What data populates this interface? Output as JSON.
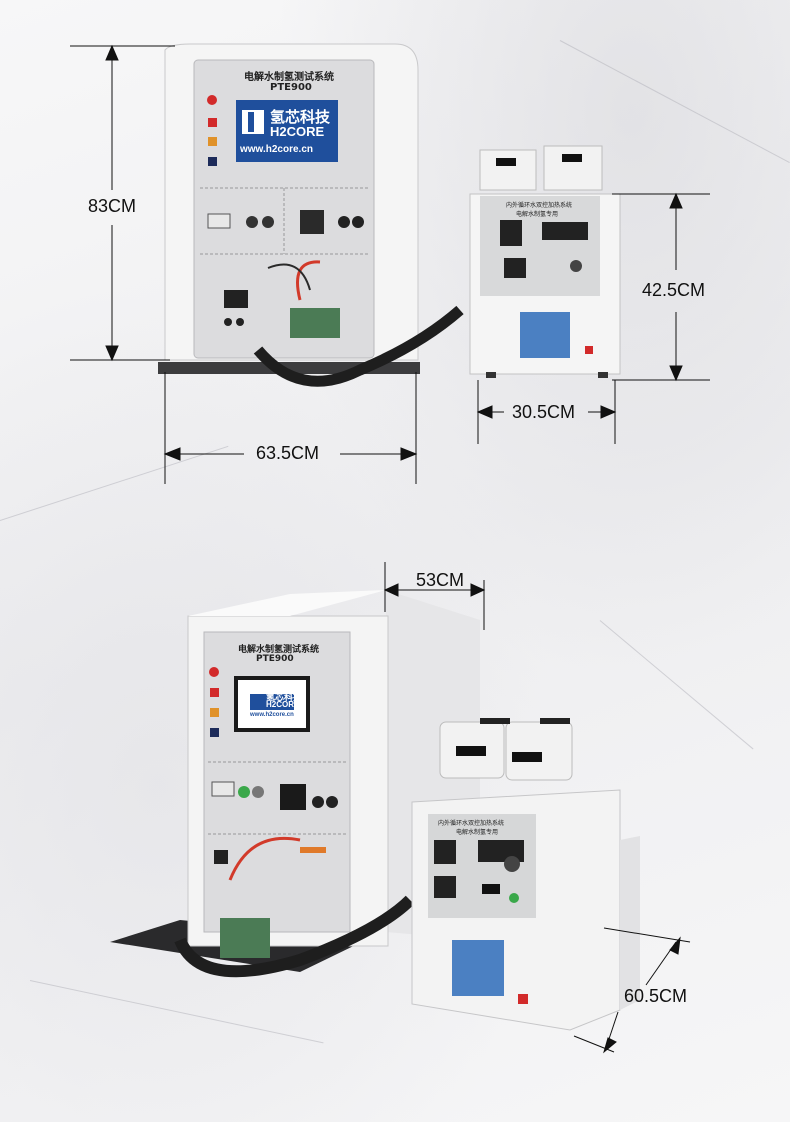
{
  "dimensions": {
    "top_height": "83CM",
    "top_width": "63.5CM",
    "heater_height": "42.5CM",
    "heater_width": "30.5CM",
    "bottom_depth": "53CM",
    "bottom_heater_depth": "60.5CM"
  },
  "main_unit": {
    "title": "电解水制氢测试系统",
    "model": "PTE900",
    "brand_cn": "氢芯科技",
    "brand_en": "H2CORE",
    "website": "www.h2core.cn"
  },
  "heater_unit": {
    "title": "内外循环水双控加热系统",
    "subtitle": "电解水制氢专用"
  },
  "colors": {
    "logo_blue": "#1f4f9c",
    "panel_gray": "#d9dadb",
    "body_white": "#f4f4f4",
    "accent_red": "#d22a2a"
  }
}
